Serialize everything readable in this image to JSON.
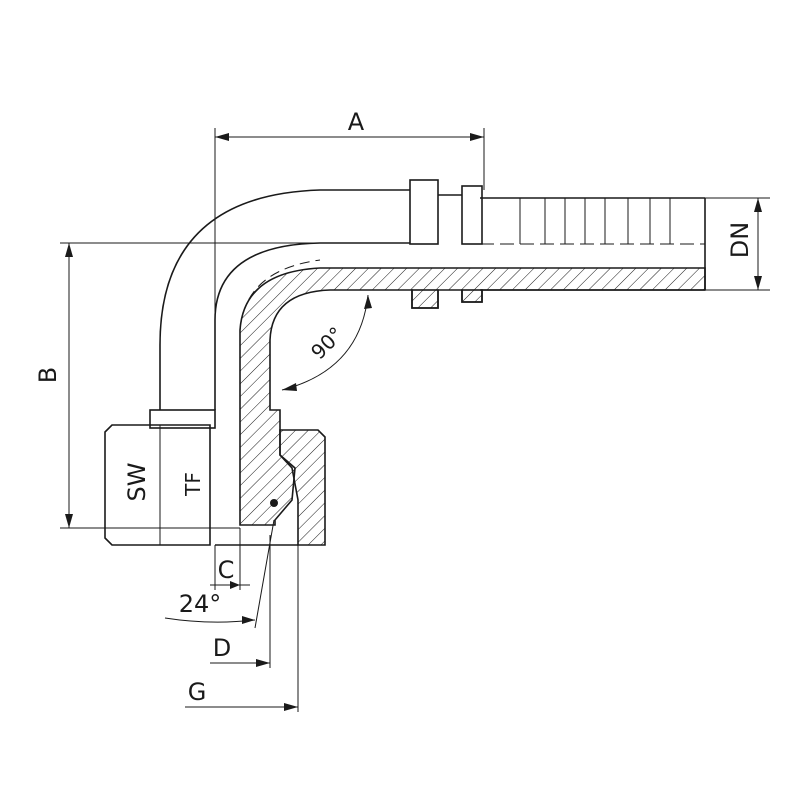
{
  "labels": {
    "A": "A",
    "B": "B",
    "DN": "DN",
    "SW": "SW",
    "TF": "TF",
    "C": "C",
    "D": "D",
    "G": "G",
    "angle_bend": "90°",
    "angle_cone": "24°"
  },
  "colors": {
    "line": "#1a1a1a",
    "background": "#ffffff"
  }
}
